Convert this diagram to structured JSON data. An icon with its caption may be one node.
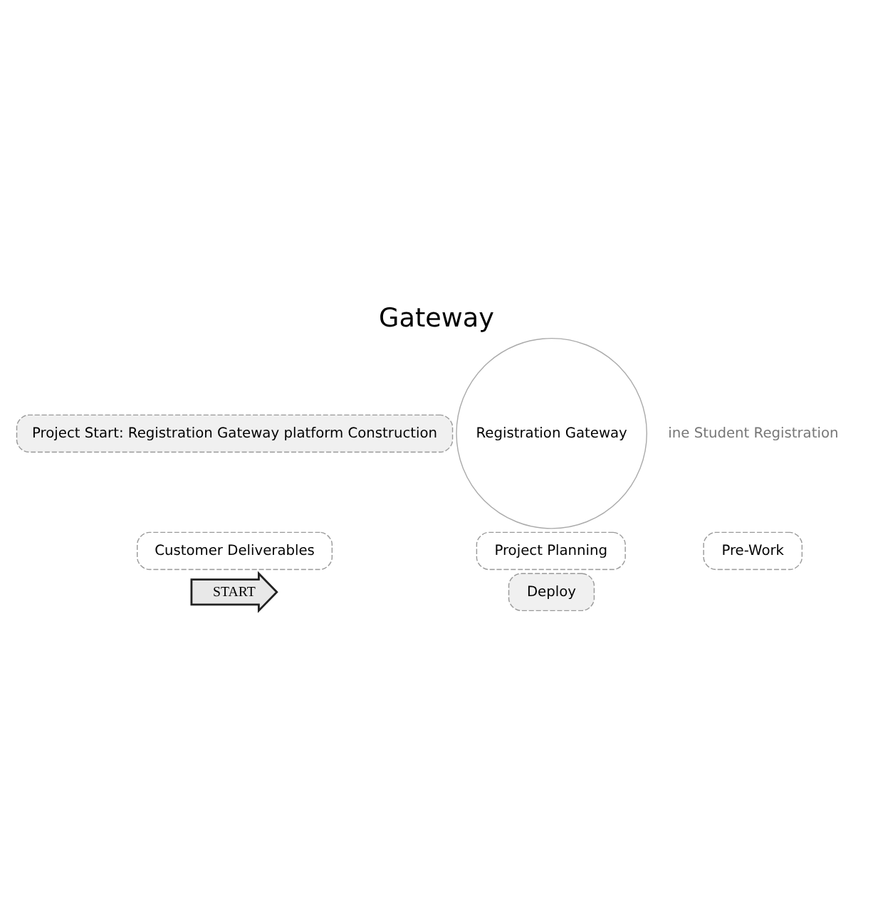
{
  "diagram": {
    "title": "Gateway",
    "nodes": [
      {
        "text": [
          "START"
        ]
      },
      {
        "text": [
          "Project Planning"
        ]
      },
      {
        "text": [
          "Pre-Work"
        ]
      },
      {
        "text": [
          "Customer Deliverables"
        ]
      },
      {
        "text": [
          "Project Start: Registration Gateway platform Construction"
        ]
      },
      {
        "text": [
          "Deploy"
        ]
      },
      {
        "text": [
          "Registration Gateway"
        ]
      }
    ],
    "labels": [
      "ine Student Registration"
    ]
  }
}
